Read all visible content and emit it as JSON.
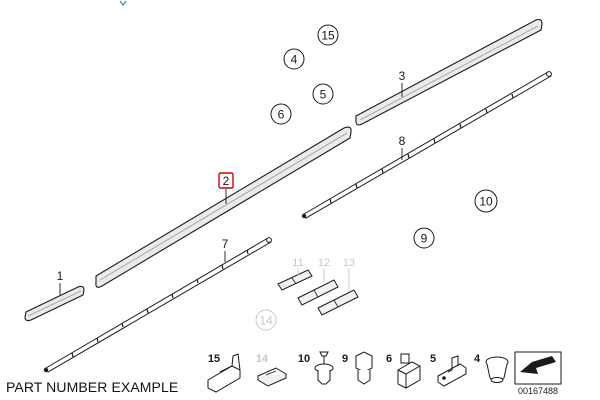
{
  "caption": "PART NUMBER EXAMPLE",
  "diagram_number": "00167488",
  "colors": {
    "line": "#1a1a1a",
    "faded": "#c8c8c8",
    "highlight": "#d40000",
    "part_fill": "#eaeaea",
    "accent_green": "#2e9e5a"
  },
  "callouts": {
    "c15": "15",
    "c4": "4",
    "c5": "5",
    "c6": "6",
    "c3": "3",
    "c2": "2",
    "c8": "8",
    "c10": "10",
    "c9": "9",
    "c7": "7",
    "c1": "1",
    "c11": "11",
    "c12": "12",
    "c13": "13",
    "c14": "14"
  },
  "tray": {
    "t15": "15",
    "t14": "14",
    "t10": "10",
    "t9": "9",
    "t6": "6",
    "t5": "5",
    "t4": "4"
  }
}
